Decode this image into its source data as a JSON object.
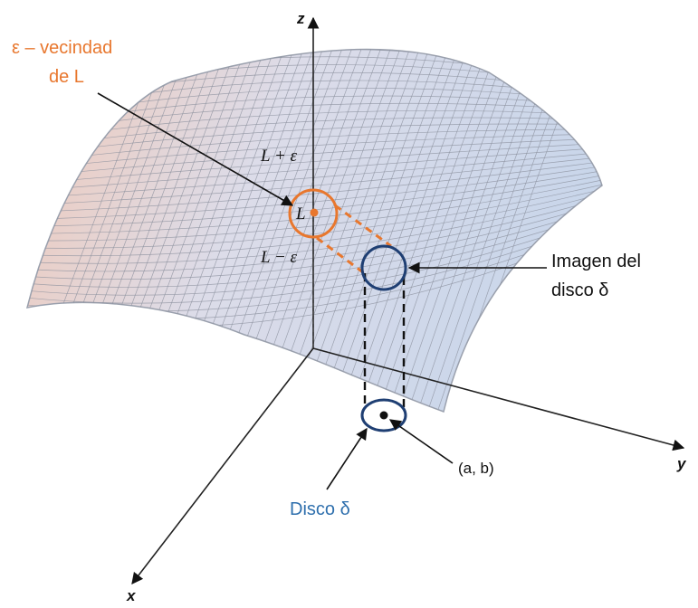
{
  "labels": {
    "neighborhood_line1": "ε – vecindad",
    "neighborhood_line2": "de L",
    "image_line1": "Imagen del",
    "image_line2": "disco δ",
    "disk": "Disco δ",
    "point": "(a, b)",
    "L_plus": "L + ε",
    "L": "L",
    "L_minus": "L − ε",
    "axis_x": "x",
    "axis_y": "y",
    "axis_z": "z"
  },
  "colors": {
    "orange": "#e8772e",
    "navy": "#1f3f73",
    "blue_text": "#2e6fad",
    "axis": "#222222",
    "mesh": "#8a8f9c"
  }
}
